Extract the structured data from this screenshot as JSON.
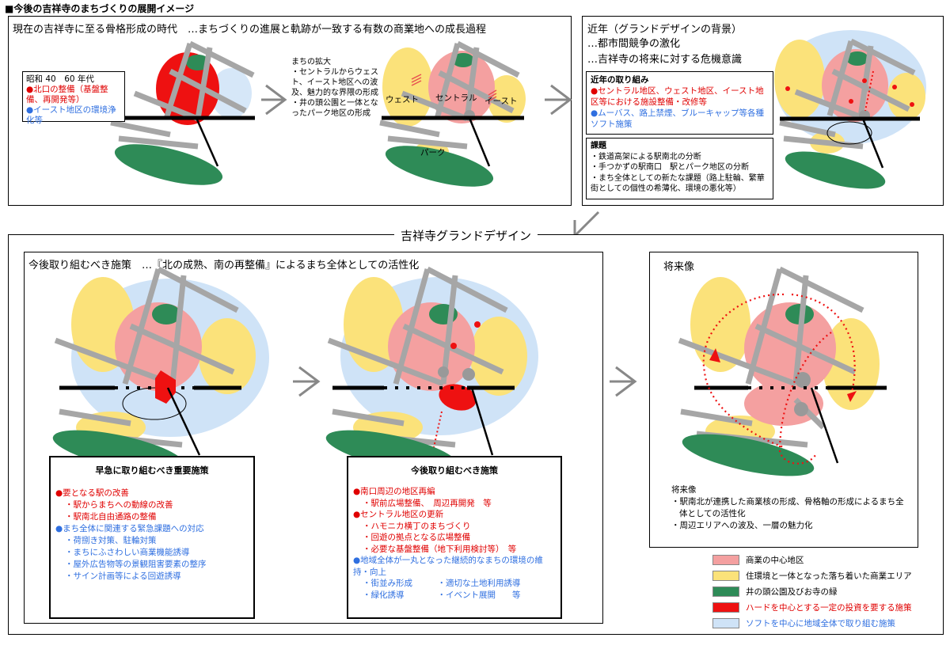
{
  "header": "■今後の吉祥寺のまちづくりの展開イメージ",
  "top_left": {
    "heading": "現在の吉祥寺に至る骨格形成の時代　…まちづくりの進展と軌跡が一致する有数の商業地への成長過程",
    "era_box": {
      "title": "昭和 40　60 年代",
      "items": [
        {
          "text": "●北口の整備（基盤整備、再開発等）",
          "color": "#e00000"
        },
        {
          "text": "●イースト地区の環境浄化等",
          "color": "#2f6fe0"
        }
      ]
    },
    "expansion": {
      "title": "まちの拡大",
      "items": [
        "・セントラルからウェスト、イースト地区への波及、魅力的な界隈の形成",
        "・井の頭公園と一体となったパーク地区の形成"
      ]
    },
    "map_labels": {
      "west": "ウェスト",
      "central": "セントラル",
      "east": "イースト",
      "park": "パーク"
    }
  },
  "top_right": {
    "heading": "近年（グランドデザインの背景）",
    "lines": [
      "…都市間競争の激化",
      "…吉祥寺の将来に対する危機意識"
    ],
    "recent": {
      "title": "近年の取り組み",
      "items": [
        {
          "text": "●セントラル地区、ウェスト地区、イースト地区等における施設整備・改修等",
          "color": "#e00000"
        },
        {
          "text": "●ムーバス、路上禁煙、ブルーキャップ等各種ソフト施策",
          "color": "#2f6fe0"
        }
      ]
    },
    "issues": {
      "title": "課題",
      "items": [
        "・鉄道高架による駅南北の分断",
        "・手つかずの駅南口　駅とパーク地区の分断",
        "・まち全体としての新たな課題（路上駐輪、繁華街としての個性の希薄化、環境の悪化等）"
      ]
    }
  },
  "grand_design_title": "吉祥寺グランドデザイン",
  "bottom_left": {
    "heading": "今後取り組むべき施策　…『北の成熟、南の再整備』によるまち全体としての活性化",
    "urgent": {
      "title": "早急に取り組むべき重要施策",
      "items": [
        {
          "text": "●要となる駅の改善",
          "color": "#e00000"
        },
        {
          "text": "・駅からまちへの動線の改善",
          "color": "#e00000",
          "indent": true
        },
        {
          "text": "・駅南北自由通路の整備",
          "color": "#e00000",
          "indent": true
        },
        {
          "text": "●まち全体に関連する緊急課題への対応",
          "color": "#2f6fe0"
        },
        {
          "text": "・荷捌き対策、駐輪対策",
          "color": "#2f6fe0",
          "indent": true
        },
        {
          "text": "・まちにふさわしい商業機能誘導",
          "color": "#2f6fe0",
          "indent": true
        },
        {
          "text": "・屋外広告物等の景観阻害要素の整序",
          "color": "#2f6fe0",
          "indent": true
        },
        {
          "text": "・サイン計画等による回遊誘導",
          "color": "#2f6fe0",
          "indent": true
        }
      ]
    },
    "future_measures": {
      "title": "今後取り組むべき施策",
      "items": [
        {
          "text": "●南口周辺の地区再編",
          "color": "#e00000"
        },
        {
          "text": "・駅前広場整備、　周辺再開発　等",
          "color": "#e00000",
          "indent": true
        },
        {
          "text": "●セントラル地区の更新",
          "color": "#e00000"
        },
        {
          "text": "・ハモニカ横丁のまちづくり",
          "color": "#e00000",
          "indent": true
        },
        {
          "text": "・回遊の拠点となる広場整備",
          "color": "#e00000",
          "indent": true
        },
        {
          "text": "・必要な基盤整備（地下利用検討等）　等",
          "color": "#e00000",
          "indent": true
        },
        {
          "text": "●地域全体が一丸となった継続的なまちの環境の維持・向上",
          "color": "#2f6fe0"
        },
        {
          "text": "・街並み形成　　　・適切な土地利用誘導",
          "color": "#2f6fe0",
          "indent": true
        },
        {
          "text": "・緑化誘導　　　　・イベント展開　　等",
          "color": "#2f6fe0",
          "indent": true
        }
      ]
    }
  },
  "bottom_right": {
    "heading": "将来像",
    "future": {
      "title": "将来像",
      "items": [
        "・駅南北が連携した商業核の形成、骨格軸の形成によるまち全体としての活性化",
        "・周辺エリアへの波及、一層の魅力化"
      ]
    }
  },
  "legend": [
    {
      "label": "商業の中心地区",
      "fill": "#f4a0a0",
      "text_color": "#000"
    },
    {
      "label": "住環境と一体となった落ち着いた商業エリア",
      "fill": "#fbe27a",
      "text_color": "#000"
    },
    {
      "label": "井の頭公園及びお寺の緑",
      "fill": "#2e8b57",
      "text_color": "#000"
    },
    {
      "label": "ハードを中心とする一定の投資を要する施策",
      "fill": "#ee1111",
      "text_color": "#e00000"
    },
    {
      "label": "ソフトを中心に地域全体で取り組む施策",
      "fill": "#cfe3f7",
      "text_color": "#2f6fe0"
    }
  ],
  "colors": {
    "pink": "#f4a0a0",
    "yellow": "#fbe27a",
    "green": "#2e8b57",
    "red": "#ee1111",
    "lightblue": "#cfe3f7",
    "road": "#a6a6a6"
  }
}
